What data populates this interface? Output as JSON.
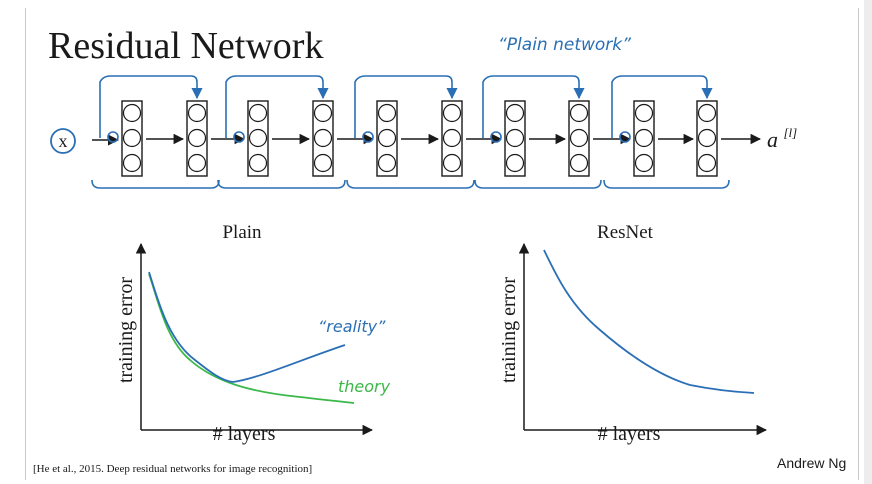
{
  "title": "Residual Network",
  "annotation_plain_network": "“Plain network”",
  "input_label": "x",
  "output_label_base": "a",
  "output_label_sup": "[l]",
  "plots": [
    {
      "title": "Plain",
      "ylabel": "training error",
      "xlabel": "# layers",
      "labels": {
        "reality": "“reality”",
        "theory": "theory"
      }
    },
    {
      "title": "ResNet",
      "ylabel": "training error",
      "xlabel": "# layers"
    }
  ],
  "citation": "[He et al., 2015. Deep residual networks for image recognition]",
  "author": "Andrew Ng",
  "colors": {
    "ink": "#1a1a1a",
    "handwriting_blue": "#2a6fb5",
    "handwriting_green": "#3cb84a"
  }
}
